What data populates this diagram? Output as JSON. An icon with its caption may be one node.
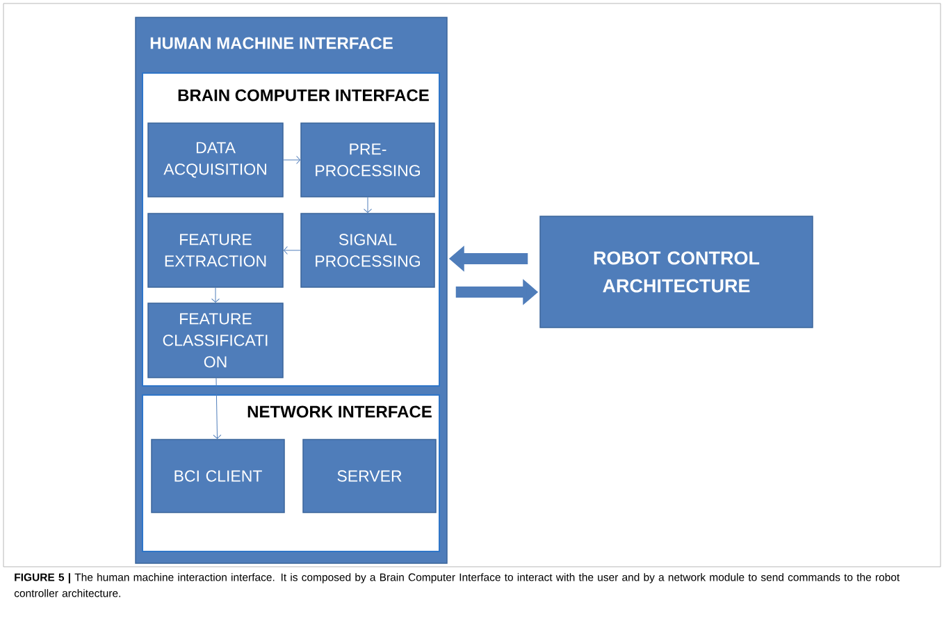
{
  "diagram": {
    "caption": "**FIGURE 5 |** The human machine interaction interface. It is composed by a Brain Computer Interface to interact with the user and by a network module to send commands to the robot controller architecture.",
    "nodes": [
      {
        "text": [
          "HUMAN MACHINE INTERFACE"
        ]
      },
      {
        "text": [
          "BRAIN COMPUTER INTERFACE"
        ],
        "in": 0
      },
      {
        "text": [
          "DATA ACQUISITION"
        ],
        "in": 1
      },
      {
        "text": [
          "PRE- PROCESSING"
        ],
        "in": 1
      },
      {
        "text": [
          "FEATURE EXTRACTION"
        ],
        "in": 1
      },
      {
        "text": [
          "SIGNAL PROCESSING"
        ],
        "in": 1
      },
      {
        "text": [
          "FEATURE CLASSIFICATI ON"
        ],
        "in": 1
      },
      {
        "text": [
          "NETWORK INTERFACE"
        ],
        "in": 0
      },
      {
        "text": [
          "BCI CLIENT"
        ],
        "in": 7
      },
      {
        "text": [
          "SERVER"
        ],
        "in": 7
      },
      {
        "text": [
          "ROBOT CONTROL ARCHITECTURE"
        ]
      }
    ],
    "edges": [
      {
        "from": 2,
        "to": 3,
        "arrow": "to"
      },
      {
        "from": 3,
        "to": 5,
        "arrow": "to"
      },
      {
        "from": 5,
        "to": 4,
        "arrow": "to"
      },
      {
        "from": 4,
        "to": 6,
        "arrow": "to"
      },
      {
        "from": 6,
        "to": 8,
        "arrow": "to"
      },
      {
        "from": 10,
        "to": 0,
        "arrow": "to",
        "style": "thick"
      },
      {
        "from": 0,
        "to": 10,
        "arrow": "to",
        "style": "thick"
      }
    ]
  }
}
